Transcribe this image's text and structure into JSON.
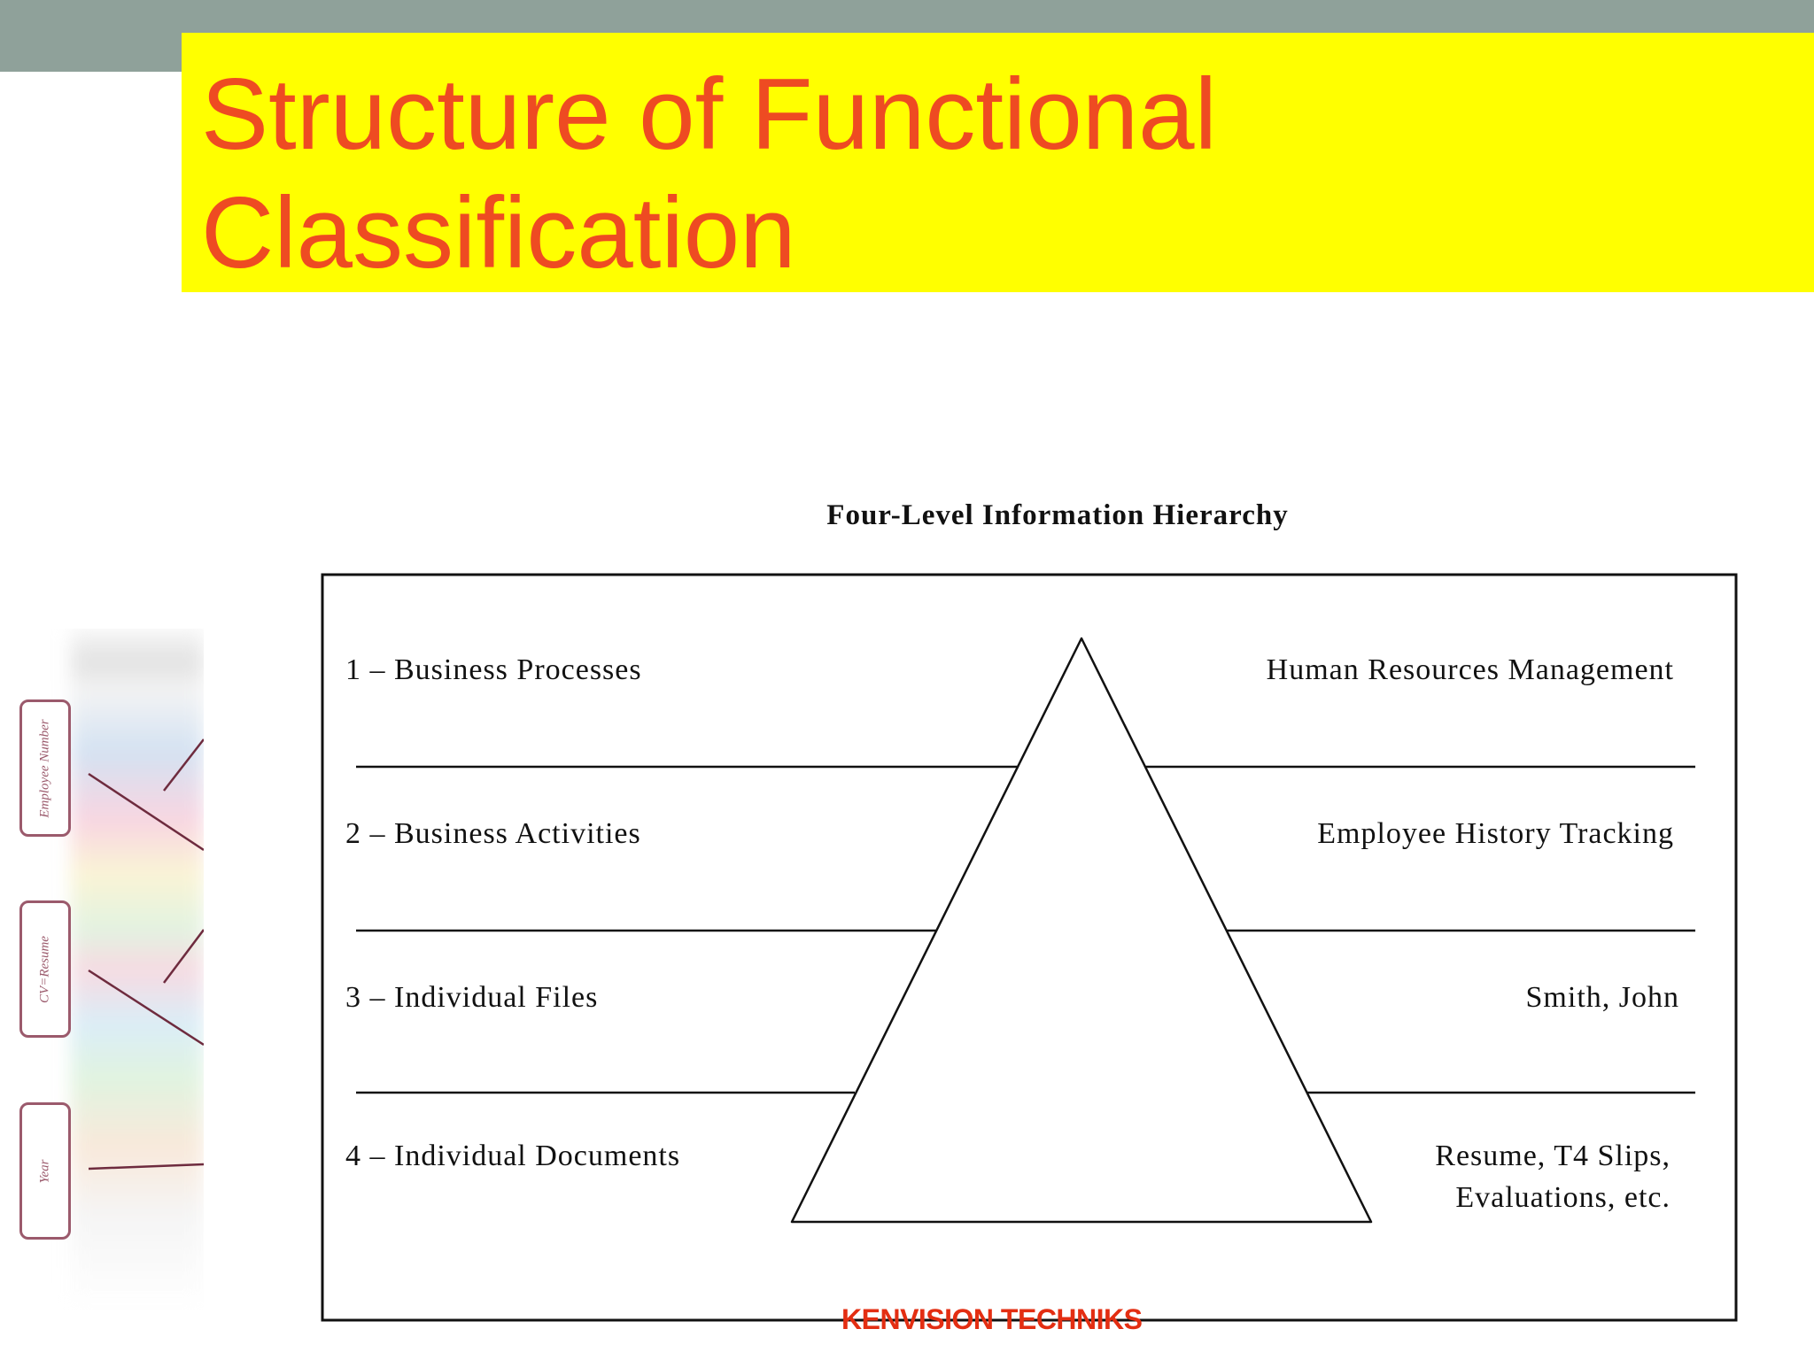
{
  "slide": {
    "title": "Structure of Functional Classification",
    "colors": {
      "title_text": "#ee4b22",
      "title_background": "#ffff00",
      "header_band": "#8fa19a"
    }
  },
  "side_panel": {
    "tags": [
      "Employee Number",
      "CV=Resume",
      "Year"
    ],
    "colors": {
      "tag_border": "#9b5a6c"
    }
  },
  "hierarchy": {
    "title": "Four-Level Information Hierarchy",
    "levels": [
      {
        "label": "1 – Business Processes",
        "example": [
          "Human Resources Management"
        ]
      },
      {
        "label": "2 – Business Activities",
        "example": [
          "Employee History Tracking"
        ]
      },
      {
        "label": "3 – Individual Files",
        "example": [
          "Smith, John"
        ]
      },
      {
        "label": "4 – Individual Documents",
        "example": [
          "Resume, T4 Slips,",
          "Evaluations, etc."
        ]
      }
    ]
  },
  "watermark": {
    "text": "KENVISION TECHNIKS",
    "color": "#e32e12"
  }
}
